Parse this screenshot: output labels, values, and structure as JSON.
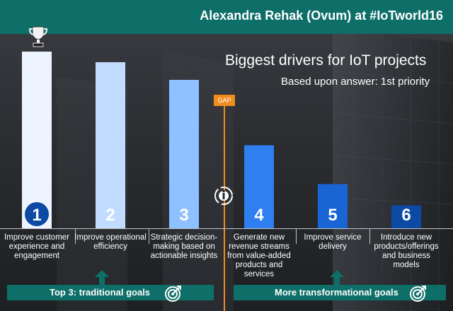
{
  "header": {
    "title": "Alexandra Rehak (Ovum) at #IoTworld16"
  },
  "gap_label": "GAP",
  "colors": {
    "header_teal": "#0e6e68",
    "gap_orange": "#f08c1e",
    "bars": [
      "#eef4ff",
      "#c2dcff",
      "#8fc0ff",
      "#2f7ff0",
      "#1a65d6",
      "#0c4aa3"
    ],
    "badge_dark": "#0c4aa3"
  },
  "chart_data": {
    "type": "bar",
    "title": "Biggest drivers for IoT projects",
    "subtitle": "Based upon answer: 1st priority",
    "categories": [
      "Improve customer experience and engagement",
      "Improve operational efficiency",
      "Strategic decision-making based on actionable insights",
      "Generate new revenue streams from value-added products and services",
      "Improve service delivery",
      "Introduce new products/offerings and business models"
    ],
    "ranks": [
      "1",
      "2",
      "3",
      "4",
      "5",
      "6"
    ],
    "values": [
      100,
      94,
      84,
      47,
      25,
      13
    ],
    "ylim": [
      0,
      100
    ],
    "grid": false,
    "legend": "none"
  },
  "category_lines": [
    [
      "Improve customer",
      "experience and",
      "engagement"
    ],
    [
      "Improve operational",
      "efficiency"
    ],
    [
      "Strategic decision-",
      "making based on",
      "actionable insights"
    ],
    [
      "Generate new",
      "revenue streams",
      "from value-added",
      "products and",
      "services"
    ],
    [
      "Improve service",
      "delivery"
    ],
    [
      "Introduce new",
      "products/offerings",
      "and business",
      "models"
    ]
  ],
  "banners": {
    "left": "Top 3: traditional goals",
    "right": "More transformational goals"
  },
  "icons": {
    "trophy": "trophy-icon",
    "logo": "iot-logo-icon",
    "target": "target-icon",
    "arrow": "up-arrow-icon"
  }
}
